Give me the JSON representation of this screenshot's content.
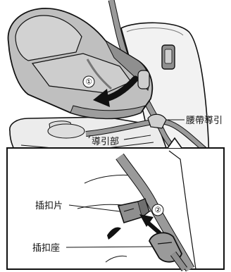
{
  "labels": {
    "lap_belt_guide": "腰帶導引",
    "guide_part": "導引部",
    "buckle_tongue": "插扣片",
    "buckle_base": "插扣座",
    "step_one": "①",
    "step_two": "②"
  },
  "colors": {
    "ink": "#111111",
    "seat_fabric": "#bfbfbf",
    "seat_shadow": "#8f8f8f",
    "base_plastic": "#ececec",
    "belt": "#9a9a9a",
    "background": "#ffffff"
  }
}
